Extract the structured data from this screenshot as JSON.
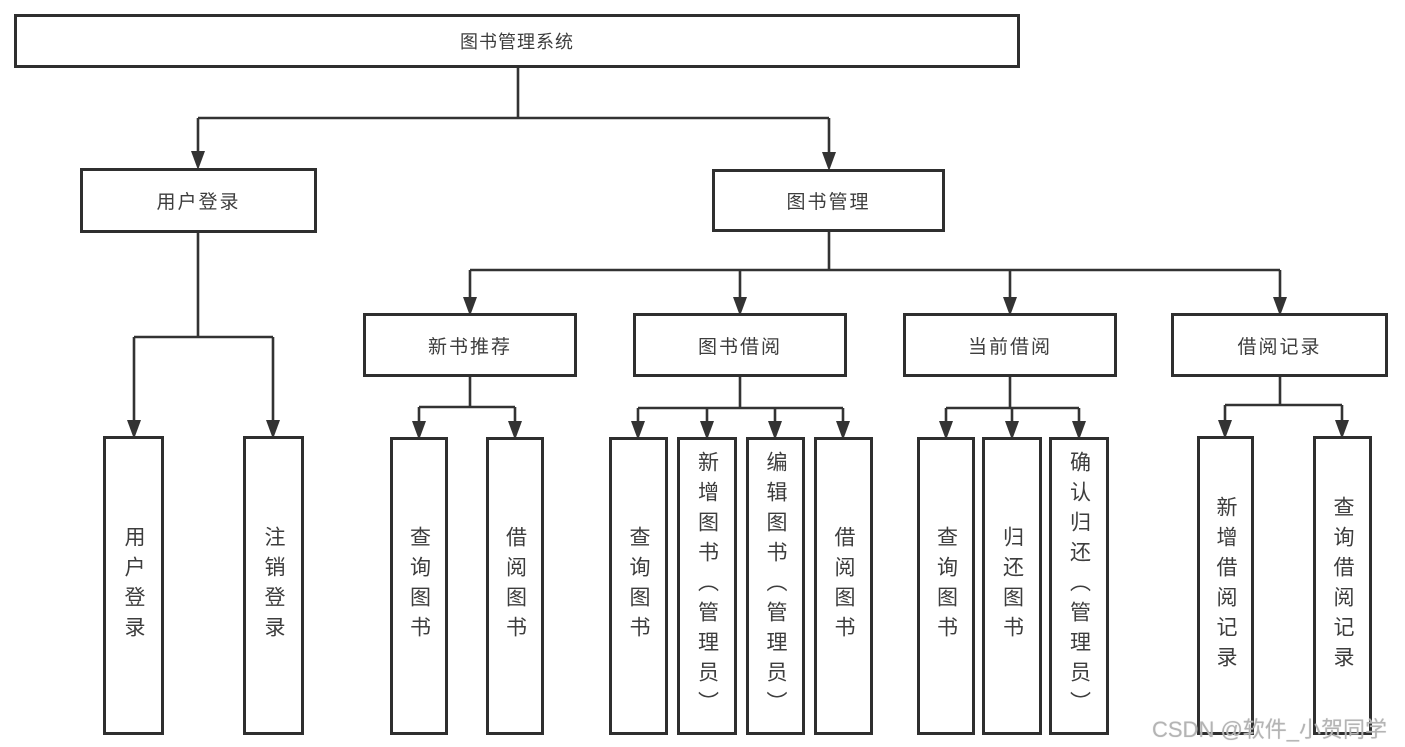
{
  "colors": {
    "line": "#333333",
    "border": "#2f2f2f",
    "text": "#3d3d3d",
    "background": "#ffffff",
    "watermark": "#b4b4b4"
  },
  "watermark": {
    "text": "CSDN @软件_小贺同学"
  },
  "tree": {
    "label": "图书管理系统",
    "children": [
      {
        "label": "用户登录",
        "children": [
          {
            "label": "用户登录"
          },
          {
            "label": "注销登录"
          }
        ]
      },
      {
        "label": "图书管理",
        "children": [
          {
            "label": "新书推荐",
            "children": [
              {
                "label": "查询图书"
              },
              {
                "label": "借阅图书"
              }
            ]
          },
          {
            "label": "图书借阅",
            "children": [
              {
                "label": "查询图书"
              },
              {
                "label": "新增图书（管理员）"
              },
              {
                "label": "编辑图书（管理员）"
              },
              {
                "label": "借阅图书"
              }
            ]
          },
          {
            "label": "当前借阅",
            "children": [
              {
                "label": "查询图书"
              },
              {
                "label": "归还图书"
              },
              {
                "label": "确认归还（管理员）"
              }
            ]
          },
          {
            "label": "借阅记录",
            "children": [
              {
                "label": "新增借阅记录"
              },
              {
                "label": "查询借阅记录"
              }
            ]
          }
        ]
      }
    ]
  }
}
